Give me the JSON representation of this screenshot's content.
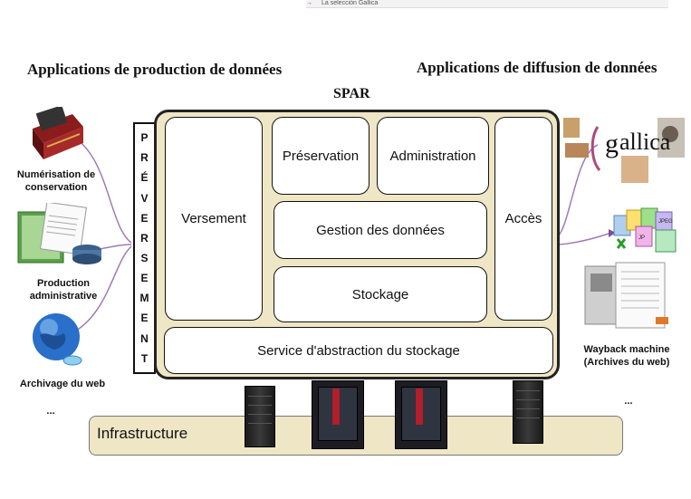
{
  "top_strip": {
    "text": "La selección Gallica"
  },
  "headings": {
    "production": "Applications de production de données",
    "diffusion": "Applications de diffusion de données"
  },
  "spar": {
    "title": "SPAR",
    "preversement_letters": [
      "P",
      "R",
      "É",
      "V",
      "E",
      "R",
      "S",
      "E",
      "M",
      "E",
      "N",
      "T"
    ],
    "modules": {
      "versement": "Versement",
      "preservation": "Préservation",
      "administration": "Administration",
      "gestion": "Gestion des données",
      "stockage": "Stockage",
      "acces": "Accès",
      "abstraction": "Service d'abstraction du stockage"
    }
  },
  "sources": {
    "numerisation": "Numérisation de conservation",
    "production_admin": "Production administrative",
    "archivage_web": "Archivage du web",
    "more": "..."
  },
  "outputs": {
    "gallica": "allica",
    "wayback": "Wayback machine (Archives du web)",
    "more": "..."
  },
  "infrastructure": {
    "label": "Infrastructure"
  },
  "colors": {
    "module_bg": "#efe6c6",
    "connector": "#a07ab8",
    "text": "#111111"
  }
}
